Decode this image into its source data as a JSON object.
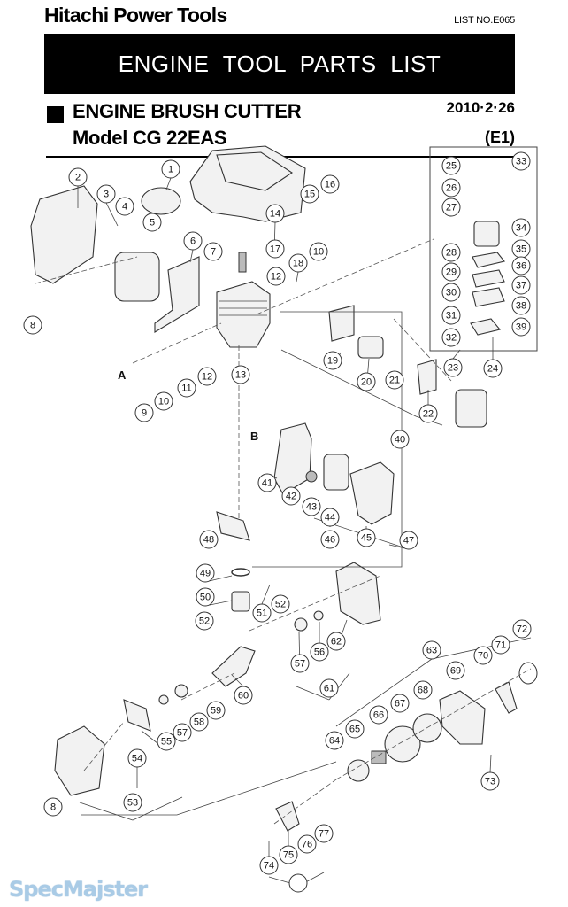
{
  "header": {
    "brand": "Hitachi Power Tools",
    "list_no": "LIST NO.E065",
    "banner_title": "ENGINE TOOL PARTS LIST",
    "subtitle": "ENGINE BRUSH CUTTER",
    "model": "Model CG 22EAS",
    "date": "2010·2·26",
    "variant": "(E1)"
  },
  "diagram": {
    "reference_letters": [
      "A",
      "B"
    ],
    "part_numbers": [
      "1",
      "2",
      "3",
      "4",
      "5",
      "6",
      "7",
      "8",
      "9",
      "10",
      "11",
      "12",
      "13",
      "14",
      "15",
      "16",
      "17",
      "18",
      "19",
      "20",
      "21",
      "22",
      "23",
      "24",
      "25",
      "26",
      "27",
      "28",
      "29",
      "30",
      "31",
      "32",
      "33",
      "34",
      "35",
      "36",
      "37",
      "38",
      "39",
      "40",
      "41",
      "42",
      "43",
      "44",
      "45",
      "46",
      "47",
      "48",
      "49",
      "50",
      "51",
      "52",
      "53",
      "54",
      "55",
      "56",
      "57",
      "58",
      "59",
      "60",
      "61",
      "62",
      "63",
      "64",
      "65",
      "66",
      "67",
      "68",
      "69",
      "70",
      "71",
      "72",
      "73",
      "74",
      "75",
      "76",
      "77"
    ],
    "carburetor_inset_parts": [
      "25",
      "26",
      "27",
      "28",
      "29",
      "30",
      "31",
      "32",
      "33",
      "34",
      "35",
      "36",
      "37",
      "38",
      "39"
    ]
  },
  "watermark": "SpecMajster"
}
